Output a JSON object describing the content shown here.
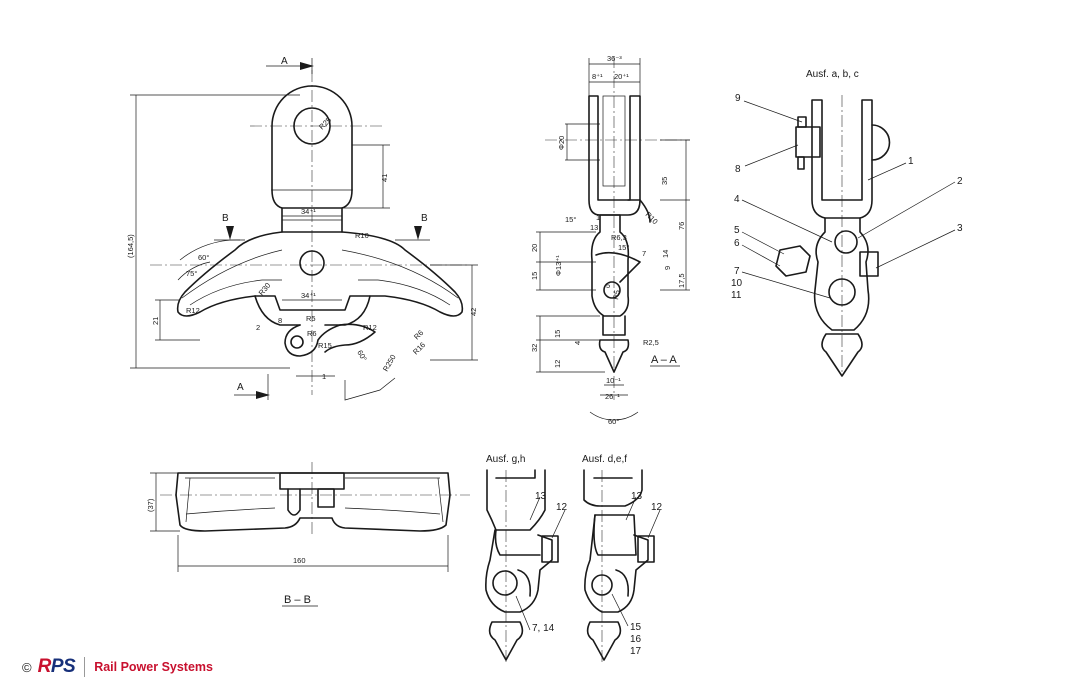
{
  "view_labels": {
    "section_aa": "A – A",
    "section_bb": "B – B",
    "cut_a_top": "A",
    "cut_a_bottom": "A",
    "cut_b_left": "B",
    "cut_b_right": "B",
    "variant_abc": "Ausf. a, b, c",
    "variant_gh": "Ausf. g,h",
    "variant_def": "Ausf. d,e,f"
  },
  "dimensions_front": {
    "height_total": "(164,5)",
    "r25": "R25",
    "d41": "41",
    "w34_top": "34⁺¹",
    "r10_top": "R10",
    "a60": "60°",
    "a75": "75°",
    "r30": "R30",
    "w34_mid": "34⁺¹",
    "r12_left": "R12",
    "d21": "21",
    "d8": "8",
    "r5": "R5",
    "r6": "R6",
    "r15": "R15",
    "r12_hook": "R12",
    "a60_hook": "60°",
    "r250": "R250",
    "r6_right": "R6",
    "r16": "R16",
    "d42": "42",
    "d1": "1",
    "d2": "2"
  },
  "dimensions_aa": {
    "w36": "36⁻³",
    "w8": "8⁺¹",
    "w20": "20⁺¹",
    "d20": "Φ20",
    "d35": "35",
    "d76": "76",
    "r10": "R10",
    "a15": "15°",
    "d13": "13",
    "d1": "1",
    "r6_3": "R6,3",
    "a15b": "15°",
    "d20_left": "20",
    "d15_left": "15",
    "d13_dia": "Φ13⁺¹",
    "d9": "9",
    "d14": "14",
    "d17_5": "17,5",
    "d5": "5",
    "d7": "7",
    "r5_hook": "R5",
    "d15_low": "15",
    "d4": "4",
    "d32": "32",
    "d12": "12",
    "r2_5": "R2,5",
    "d10": "10⁻¹",
    "d26": "26⁻¹",
    "a60": "60°"
  },
  "dimensions_bb": {
    "d37": "(37)",
    "d160": "160"
  },
  "parts_abc": [
    "9",
    "8",
    "1",
    "2",
    "4",
    "3",
    "5",
    "6",
    "7",
    "10",
    "11"
  ],
  "parts_gh": [
    "13",
    "12",
    "7, 14"
  ],
  "parts_def": [
    "13",
    "12",
    "15",
    "16",
    "17"
  ],
  "footer": {
    "copyright": "©",
    "logo_r": "R",
    "logo_ps": "PS",
    "company": "Rail Power Systems"
  },
  "colors": {
    "line": "#1a1a1a",
    "brand_red": "#c8102e",
    "brand_blue": "#17307a"
  }
}
